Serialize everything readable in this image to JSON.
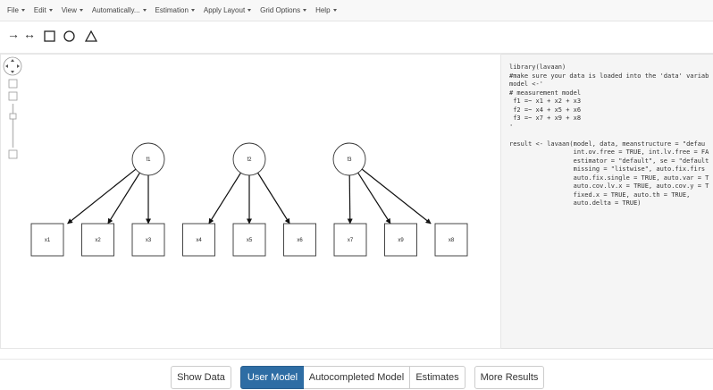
{
  "menu": {
    "items": [
      "File",
      "Edit",
      "View",
      "Automatically...",
      "Estimation",
      "Apply Layout",
      "Grid Options",
      "Help"
    ]
  },
  "toolbar": {
    "tools": [
      {
        "name": "directed-arrow-tool",
        "glyph": "→"
      },
      {
        "name": "bidirectional-arrow-tool",
        "glyph": "↔"
      },
      {
        "name": "square-tool",
        "glyph": ""
      },
      {
        "name": "circle-tool",
        "glyph": ""
      },
      {
        "name": "triangle-tool",
        "glyph": ""
      }
    ]
  },
  "diagram": {
    "latents": [
      "f1",
      "f2",
      "f3"
    ],
    "observed": [
      "x1",
      "x2",
      "x3",
      "x4",
      "x5",
      "x6",
      "x7",
      "x9",
      "x8"
    ],
    "paths": [
      [
        "f1",
        "x1"
      ],
      [
        "f1",
        "x2"
      ],
      [
        "f1",
        "x3"
      ],
      [
        "f2",
        "x4"
      ],
      [
        "f2",
        "x5"
      ],
      [
        "f2",
        "x6"
      ],
      [
        "f3",
        "x7"
      ],
      [
        "f3",
        "x9"
      ],
      [
        "f3",
        "x8"
      ]
    ]
  },
  "code": {
    "lines": [
      "library(lavaan)",
      "#make sure your data is loaded into the 'data' variab",
      "model <-'",
      "# measurement model",
      " f1 =~ x1 + x2 + x3",
      " f2 =~ x4 + x5 + x6",
      " f3 =~ x7 + x9 + x8",
      "'",
      "",
      "result <- lavaan(model, data, meanstructure = \"defau",
      "                 int.ov.free = TRUE, int.lv.free = FA",
      "                 estimator = \"default\", se = \"default",
      "                 missing = \"listwise\", auto.fix.firs",
      "                 auto.fix.single = TRUE, auto.var = T",
      "                 auto.cov.lv.x = TRUE, auto.cov.y = T",
      "                 fixed.x = TRUE, auto.th = TRUE,",
      "                 auto.delta = TRUE)"
    ]
  },
  "bottom": {
    "show_data": "Show Data",
    "user_model": "User Model",
    "autocompleted_model": "Autocompleted Model",
    "estimates": "Estimates",
    "more_results": "More Results"
  },
  "colors": {
    "active_button": "#2e6da4",
    "code_background": "#f5f5f5"
  }
}
